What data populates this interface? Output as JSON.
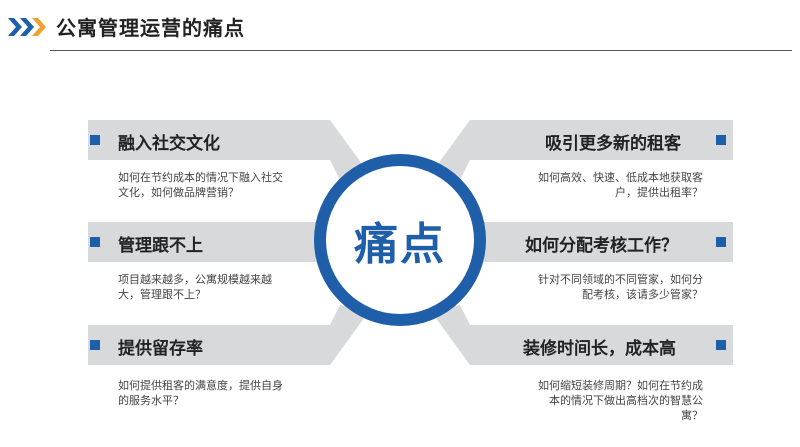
{
  "header": {
    "title": "公寓管理运营的痛点",
    "icon": "double-chevron-right-icon"
  },
  "center": {
    "label": "痛点"
  },
  "colors": {
    "accent_blue": "#1f5ea8",
    "chevron_orange": "#f0a030",
    "band_gray": "#d8d9db"
  },
  "items": [
    {
      "title": "融入社交文化",
      "desc": "如何在节约成本的情况下融入社交文化，如何做品牌营销？"
    },
    {
      "title": "管理跟不上",
      "desc": "项目越来越多，公寓规模越来越大，管理跟不上？"
    },
    {
      "title": "提供留存率",
      "desc": "如何提供租客的满意度，提供自身的服务水平？"
    },
    {
      "title": "吸引更多新的租客",
      "desc": "如何高效、快速、低成本地获取客户，提供出租率？"
    },
    {
      "title": "如何分配考核工作？",
      "desc": "针对不同领域的不同管家，如何分配考核，该请多少管家？"
    },
    {
      "title": "装修时间长，成本高",
      "desc": "如何缩短装修周期？如何在节约成本的情况下做出高档次的智慧公寓？"
    }
  ]
}
